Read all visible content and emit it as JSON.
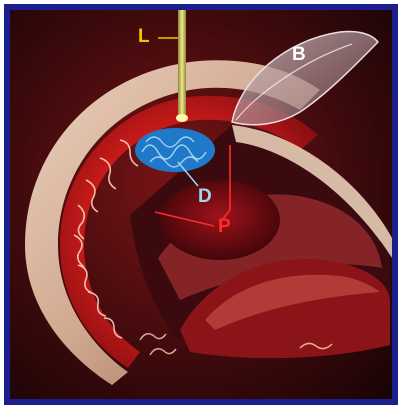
{
  "labels": {
    "laser": "L",
    "flap": "B",
    "ablation": "D",
    "pocket": "P"
  },
  "colors": {
    "frame": "#1a1f8c",
    "laser_label": "#f2c400",
    "laser_beam": "#d8cf66",
    "flap_label": "#ffffff",
    "ablation_label": "#9fd6f2",
    "ablation_zone": "#1f78c8",
    "pocket_label": "#ff2a2a"
  }
}
